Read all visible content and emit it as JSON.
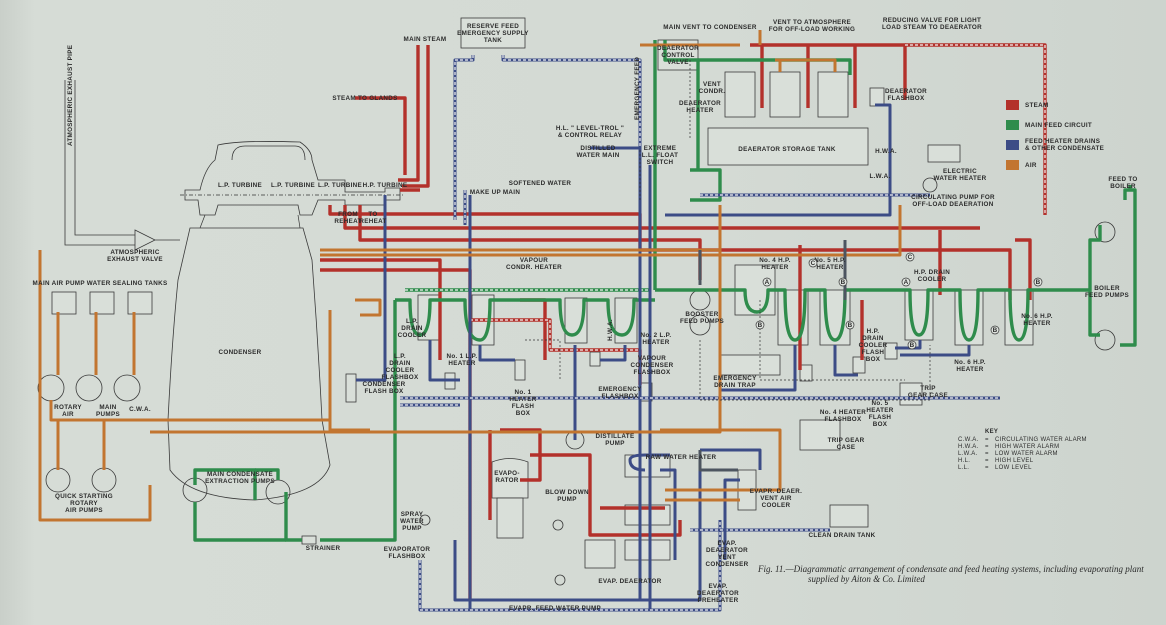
{
  "labels": {
    "atm_pipe": [
      "ATMOSPHERIC EXHAUST PIPE"
    ],
    "atm_valve": [
      "ATMOSPHERIC",
      "EXHAUST VALVE"
    ],
    "sealing_tanks": [
      "MAIN AIR PUMP WATER SEALING TANKS"
    ],
    "rotary_air": [
      "ROTARY",
      "AIR"
    ],
    "main_pumps": [
      "MAIN",
      "PUMPS"
    ],
    "cwa_left": [
      "C.W.A."
    ],
    "quick_pumps": [
      "QUICK STARTING",
      "ROTARY",
      "AIR PUMPS"
    ],
    "condenser": [
      "CONDENSER"
    ],
    "extraction_pumps": [
      "MAIN CONDENSATE",
      "EXTRACTION PUMPS"
    ],
    "strainer": [
      "STRAINER"
    ],
    "lp1": [
      "L.P. TURBINE"
    ],
    "lp2": [
      "L.P. TURBINE"
    ],
    "lp3": [
      "L.P. TURBINE"
    ],
    "hp": [
      "H.P. TURBINE"
    ],
    "from_reheat": [
      "FROM",
      "REHEAT"
    ],
    "to_reheat": [
      "TO",
      "REHEAT"
    ],
    "main_steam": [
      "MAIN STEAM"
    ],
    "steam_glands": [
      "STEAM TO GLANDS"
    ],
    "reserve_tank": [
      "RESERVE FEED",
      "EMERGENCY SUPPLY",
      "TANK"
    ],
    "emergency_feed": [
      "EMERGENCY FEED"
    ],
    "leveltrol": [
      "H.L. \" LEVEL-TROL \"",
      "& CONTROL RELAY"
    ],
    "distilled_main": [
      "DISTILLED",
      "WATER MAIN"
    ],
    "make_up": [
      "MAKE UP MAIN"
    ],
    "softened": [
      "SOFTENED WATER"
    ],
    "main_vent": [
      "MAIN VENT TO CONDENSER"
    ],
    "vent_atm": [
      "VENT TO ATMOSPHERE",
      "FOR OFF-LOAD WORKING"
    ],
    "reducing_valve": [
      "REDUCING VALVE FOR LIGHT",
      "LOAD STEAM TO DEAERATOR"
    ],
    "deaer_valve": [
      "DEAERATOR",
      "CONTROL",
      "VALVE"
    ],
    "vent_condr": [
      "VENT",
      "CONDR."
    ],
    "deaer_heater": [
      "DEAERATOR",
      "HEATER"
    ],
    "deaer_flashbox": [
      "DEAERATOR",
      "FLASHBOX"
    ],
    "storage_tank": [
      "DEAERATOR STORAGE TANK"
    ],
    "float_switch": [
      "EXTREME",
      "L.L. FLOAT",
      "SWITCH"
    ],
    "hwa_top": [
      "H.W.A."
    ],
    "lwa_top": [
      "L.W.A."
    ],
    "elec_heater": [
      "ELECTRIC",
      "WATER HEATER"
    ],
    "circ_pump": [
      "CIRCULATING PUMP FOR",
      "OFF-LOAD DEAERATION"
    ],
    "feed_boiler": [
      "FEED TO",
      "BOILER"
    ],
    "boiler_pumps": [
      "BOILER",
      "FEED PUMPS"
    ],
    "hp4": [
      "No. 4 H.P.",
      "HEATER"
    ],
    "hp5": [
      "No. 5 H.P.",
      "HEATER"
    ],
    "hp_drain_cooler": [
      "H.P. DRAIN",
      "COOLER"
    ],
    "hp6a": [
      "No. 6 H.P.",
      "HEATER"
    ],
    "hp6b": [
      "No. 6 H.P.",
      "HEATER"
    ],
    "hp_dc_flash": [
      "H.P.",
      "DRAIN",
      "COOLER",
      "FLASH",
      "BOX"
    ],
    "h4_flash": [
      "No. 4 HEATER",
      "FLASHBOX"
    ],
    "h5_flash": [
      "No. 5",
      "HEATER",
      "FLASH",
      "BOX"
    ],
    "trip_right": [
      "TRIP",
      "GEAR CASE"
    ],
    "trip_mid": [
      "TRIP GEAR",
      "CASE"
    ],
    "emerg_trap": [
      "EMERGENCY",
      "DRAIN TRAP"
    ],
    "booster": [
      "BOOSTER",
      "FEED PUMPS"
    ],
    "vapour_heater": [
      "VAPOUR",
      "CONDR. HEATER"
    ],
    "lp_drain_cooler": [
      "L.P.",
      "DRAIN",
      "COOLER"
    ],
    "lp1_heater": [
      "No. 1 L.P.",
      "HEATER"
    ],
    "lp_dc_flash": [
      "L.P.",
      "DRAIN",
      "COOLER",
      "FLASHBOX"
    ],
    "h1_flash": [
      "No. 1",
      "HEATER",
      "FLASH",
      "BOX"
    ],
    "lp2_heater": [
      "No. 2 L.P.",
      "HEATER"
    ],
    "hwa_mid": [
      "H.W.A."
    ],
    "vapour_flash": [
      "VAPOUR",
      "CONDENSER",
      "FLASHBOX"
    ],
    "emerg_flash": [
      "EMERGENCY",
      "FLASHBOX"
    ],
    "cond_flash": [
      "CONDENSER",
      "FLASH BOX"
    ],
    "distillate": [
      "DISTILLATE",
      "PUMP"
    ],
    "raw_water": [
      "RAW WATER HEATER"
    ],
    "evaporator": [
      "EVAPO-",
      "RATOR"
    ],
    "blow_down": [
      "BLOW DOWN",
      "PUMP"
    ],
    "spray_pump": [
      "SPRAY",
      "WATER",
      "PUMP"
    ],
    "evap_flash": [
      "EVAPORATOR",
      "FLASHBOX"
    ],
    "vent_air_cooler": [
      "EVAPR. DEAER.",
      "VENT AIR",
      "COOLER"
    ],
    "evap_vent_cond": [
      "EVAP.",
      "DEAERATOR",
      "VENT",
      "CONDENSER"
    ],
    "evap_deaer": [
      "EVAP. DEAERATOR"
    ],
    "evap_preheater": [
      "EVAP.",
      "DEAERATOR",
      "PREHEATER"
    ],
    "evap_feed_pump": [
      "EVAPR. FEED WATER PUMP"
    ],
    "clean_drain": [
      "CLEAN DRAIN TANK"
    ]
  },
  "legend": [
    {
      "lines": [
        "STEAM"
      ],
      "color": "#b3312b"
    },
    {
      "lines": [
        "MAIN FEED CIRCUIT"
      ],
      "color": "#2f8c4c"
    },
    {
      "lines": [
        "FEED HEATER DRAINS",
        "& OTHER CONDENSATE"
      ],
      "color": "#3c4c86"
    },
    {
      "lines": [
        "AIR"
      ],
      "color": "#c27530"
    }
  ],
  "key": {
    "title": "KEY",
    "rows": [
      {
        "abbr": "C.W.A.",
        "eq": "=",
        "meaning": "CIRCULATING WATER ALARM"
      },
      {
        "abbr": "H.W.A.",
        "eq": "=",
        "meaning": "HIGH WATER ALARM"
      },
      {
        "abbr": "L.W.A.",
        "eq": "=",
        "meaning": "LOW WATER ALARM"
      },
      {
        "abbr": "H.L.",
        "eq": "=",
        "meaning": "HIGH LEVEL"
      },
      {
        "abbr": "L.L.",
        "eq": "=",
        "meaning": "LOW LEVEL"
      }
    ]
  },
  "caption": {
    "line1": "Fig. 11.—Diagrammatic arrangement of condensate and feed heating systems, including evaporating plant",
    "line2": "supplied by Aiton & Co. Limited"
  },
  "markers": [
    "A",
    "B",
    "C"
  ]
}
